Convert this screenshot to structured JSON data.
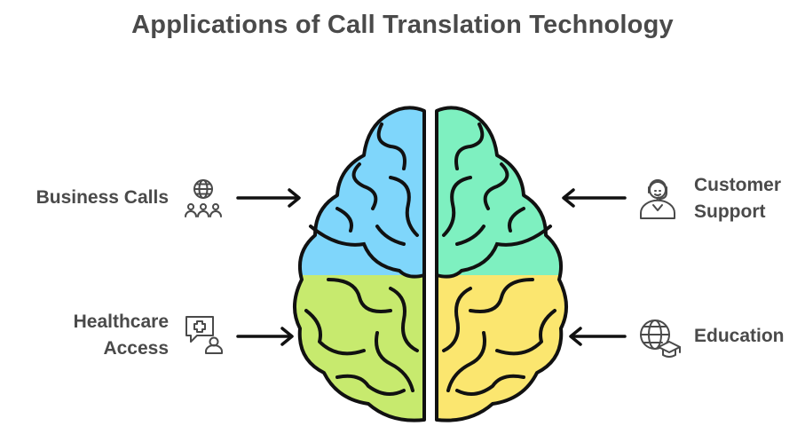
{
  "title": "Applications of Call Translation Technology",
  "items": {
    "business_calls": "Business Calls",
    "healthcare_line1": "Healthcare",
    "healthcare_line2": "Access",
    "customer_line1": "Customer",
    "customer_line2": "Support",
    "education": "Education"
  },
  "colors": {
    "top_left": "#7fd6fb",
    "bottom_left": "#c7ea6e",
    "top_right": "#7ef0c0",
    "bottom_right": "#fbe66f",
    "outline": "#111111",
    "text": "#4a4a4a"
  },
  "icons": {
    "business": "globe-people-icon",
    "healthcare": "medical-chat-icon",
    "customer": "support-agent-icon",
    "education": "globe-graduation-icon"
  }
}
